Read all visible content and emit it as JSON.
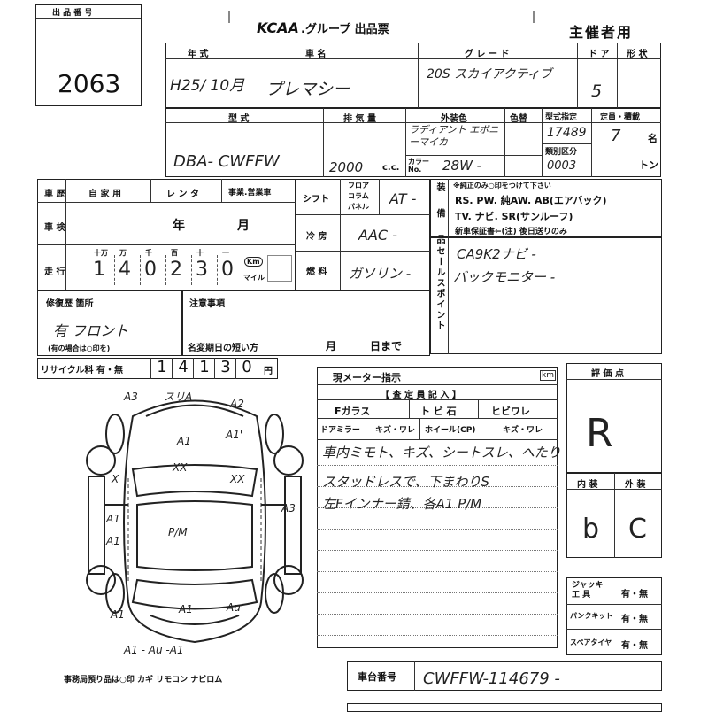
{
  "lot": {
    "label": "出 品 番 号",
    "number": "2063"
  },
  "header": {
    "logo": "KCAA",
    "title": ".グループ 出品票",
    "org": "主催者用"
  },
  "row1": {
    "year_label": "年 式",
    "year": "H25/ 10月",
    "name_label": "車 名",
    "name": "プレマシー",
    "grade_label": "グ レ ー ド",
    "grade": "20S スカイアクティブ",
    "door_label": "ド ア",
    "door": "5",
    "shape_label": "形 状"
  },
  "row2": {
    "model_label": "型 式",
    "model": "DBA- CWFFW",
    "disp_label": "排 気 量",
    "disp": "2000",
    "cc": "c.c.",
    "color_label": "外装色",
    "color": "ラディアント エボニーマイカ",
    "color_no_label": "色替",
    "color_code_label": "カラー No.",
    "color_code": "28W -",
    "type_label": "型式指定",
    "type_no": "17489",
    "class_label": "類別区分",
    "class_no": "0003",
    "capacity_label": "定員・積載",
    "capacity": "7",
    "capacity_unit": "名",
    "ton": "トン"
  },
  "history": {
    "label": "車 歴",
    "opt1": "自 家 用",
    "opt2": "レ ン タ",
    "opt3": "事業.営業車"
  },
  "inspection": {
    "label": "車 検",
    "year": "年",
    "month": "月"
  },
  "mileage": {
    "label": "走 行",
    "units": [
      "十万",
      "万",
      "千",
      "百",
      "十",
      "一"
    ],
    "digits": [
      "1",
      "4",
      "0",
      "2",
      "3",
      "0"
    ],
    "km": "Km",
    "mile": "マイル"
  },
  "shift": {
    "label": "シフト",
    "opts": "フロア コラム パネル",
    "value": "AT -"
  },
  "ac": {
    "label": "冷 房",
    "value": "AAC -"
  },
  "fuel": {
    "label": "燃 料",
    "value": "ガソリン -"
  },
  "equip": {
    "label": "装 備 品",
    "note": "※純正のみ○印をつけて下さい",
    "line1": "RS. PW. 純AW. AB(エアバック)",
    "line2": "TV. ナビ. SR(サンルーフ)",
    "line3": "新車保証書←(注) 後日送りのみ"
  },
  "sales": {
    "label": "セールスポイント",
    "line1": "CA9K2ナビ -",
    "line2": "バックモニター -"
  },
  "repair": {
    "label": "修復歴 箇所",
    "value": "有 フロント",
    "note": "(有の場合は○印を)"
  },
  "notes": {
    "label": "注意事項",
    "short_label": "名変期日の短い方",
    "month": "月",
    "day": "日まで"
  },
  "recycle": {
    "label": "リサイクル料 有・無",
    "digits": [
      "1",
      "4",
      "1",
      "3",
      "0"
    ],
    "yen": "円"
  },
  "meter": {
    "label": "現メーター指示",
    "unit": "km"
  },
  "inspector": {
    "title": "【 査 定 員 記 入 】",
    "glass": "Fガラス",
    "chip": "ト ビ 石",
    "crack": "ヒビワレ",
    "mirror": "ドアミラー",
    "mirror_opt": "キズ・ワレ",
    "wheel": "ホイール(CP)",
    "wheel_opt": "キズ・ワレ",
    "lines": [
      "車内ミモト、キズ、シートスレ、へたり",
      "スタッドレスで、下まわりS",
      "左Fインナー錆、各A1 P/M"
    ]
  },
  "score": {
    "label": "評 価 点",
    "value": "R"
  },
  "interior": {
    "in_label": "内 装",
    "out_label": "外 装",
    "in_value": "b",
    "out_value": "C"
  },
  "tools": [
    {
      "label": "ジャッキ 工 具",
      "value": "有・無"
    },
    {
      "label": "パンクキット",
      "value": "有・無"
    },
    {
      "label": "スペアタイヤ",
      "value": "有・無"
    }
  ],
  "chassis": {
    "label": "車台番号",
    "value": "CWFFW-114679 -"
  },
  "diagram": {
    "marks": {
      "front_top": "スリA",
      "a3_tl": "A3",
      "a2_tr": "A2",
      "a1_tr": "A1'",
      "a1_hood": "A1",
      "xx_hood": "XX",
      "x_l": "X",
      "x_r": "XX",
      "a3_l": "A3",
      "a1_l1": "A1",
      "a1_l2": "A1",
      "pm_center": "P/M",
      "a3_r": "A3",
      "a1_rear": "A1",
      "au_rear": "Au'",
      "a1_bl": "A1",
      "a1_bottom": "A1 - Au -A1"
    },
    "footer": "事務局預り品は○印 カギ リモコン ナビロム"
  }
}
